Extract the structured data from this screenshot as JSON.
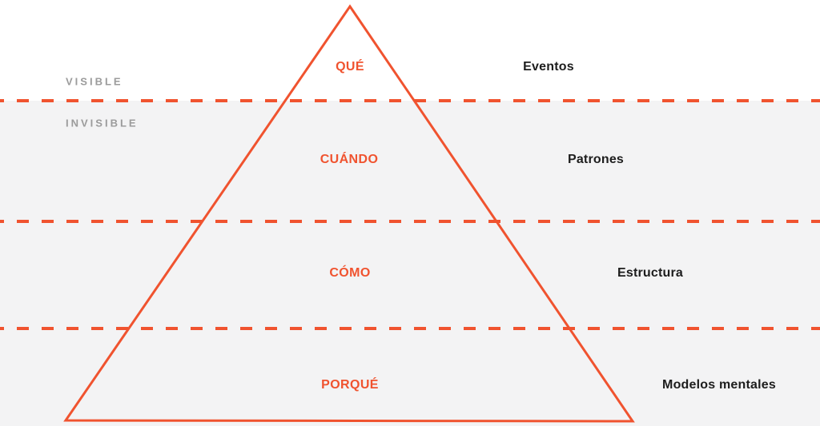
{
  "colors": {
    "accent": "#F0532F",
    "band_bg": "#F3F3F4",
    "muted": "#9B9B9B",
    "dark": "#1D1D1D",
    "page_bg": "#FFFFFF"
  },
  "side_labels": {
    "visible": "VISIBLE",
    "invisible": "INVISIBLE"
  },
  "pyramid": {
    "levels": [
      {
        "question": "QUÉ",
        "concept": "Eventos"
      },
      {
        "question": "CUÁNDO",
        "concept": "Patrones"
      },
      {
        "question": "CÓMO",
        "concept": "Estructura"
      },
      {
        "question": "PORQUÉ",
        "concept": "Modelos mentales"
      }
    ]
  }
}
